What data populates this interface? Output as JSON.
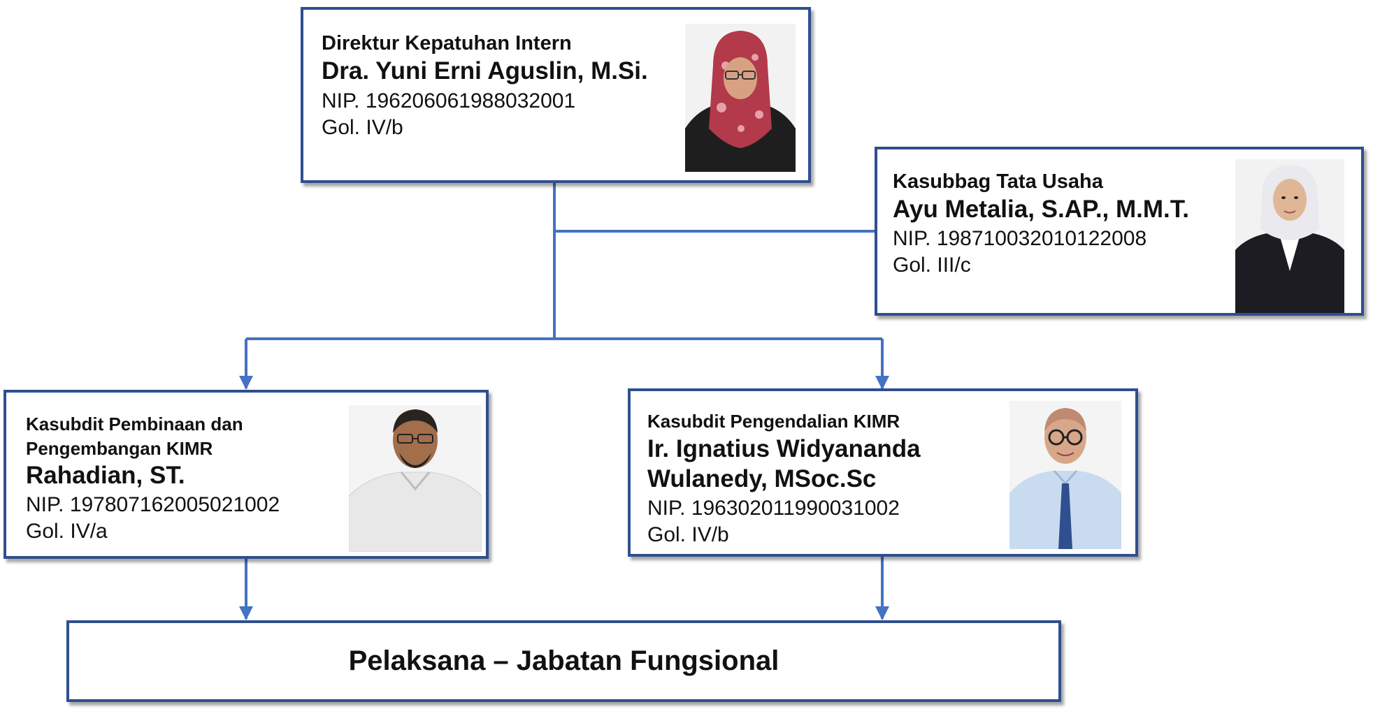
{
  "colors": {
    "border": "#2f4f8f",
    "connector": "#4472c4"
  },
  "boxes": {
    "director": {
      "role": "Direktur Kepatuhan Intern",
      "name": "Dra. Yuni Erni Aguslin, M.Si.",
      "nip": "NIP. 196206061988032001",
      "gol": "Gol. IV/b"
    },
    "tata_usaha": {
      "role": "Kasubbag Tata Usaha",
      "name": "Ayu Metalia, S.AP., M.M.T.",
      "nip": "NIP. 198710032010122008",
      "gol": "Gol. III/c"
    },
    "pembinaan": {
      "role_line1": "Kasubdit Pembinaan dan",
      "role_line2": "Pengembangan KIMR",
      "name": "Rahadian, ST.",
      "nip": "NIP. 197807162005021002",
      "gol": "Gol. IV/a"
    },
    "pengendalian": {
      "role": "Kasubdit Pengendalian KIMR",
      "name_line1": "Ir. Ignatius Widyananda",
      "name_line2": "Wulanedy, MSoc.Sc",
      "nip": "NIP. 196302011990031002",
      "gol": "Gol. IV/b"
    },
    "pelaksana": {
      "label": "Pelaksana – Jabatan Fungsional"
    }
  }
}
